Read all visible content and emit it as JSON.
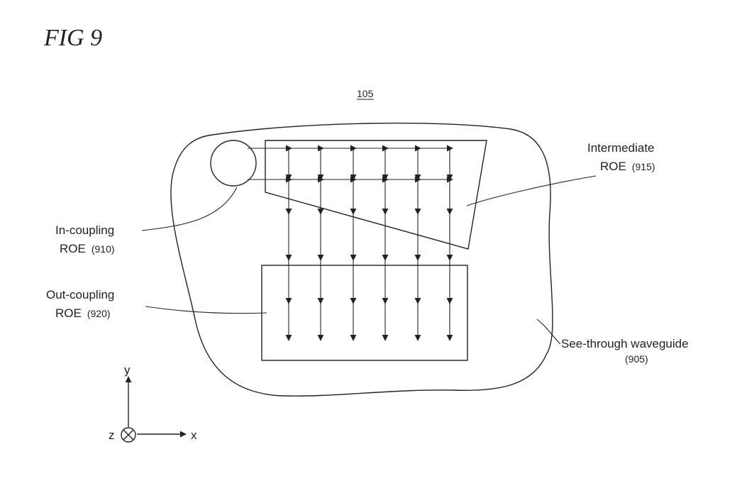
{
  "figure": {
    "title": "FIG 9",
    "reference_number": "105"
  },
  "labels": {
    "intermediate_line1": "Intermediate",
    "intermediate_line2": "ROE",
    "intermediate_ref": "(915)",
    "incoupling_line1": "In-coupling",
    "incoupling_line2": "ROE",
    "incoupling_ref": "(910)",
    "outcoupling_line1": "Out-coupling",
    "outcoupling_line2": "ROE",
    "outcoupling_ref": "(920)",
    "waveguide_line1": "See-through waveguide",
    "waveguide_ref": "(905)"
  },
  "axes": {
    "y_label": "y",
    "x_label": "x",
    "z_label": "z"
  }
}
